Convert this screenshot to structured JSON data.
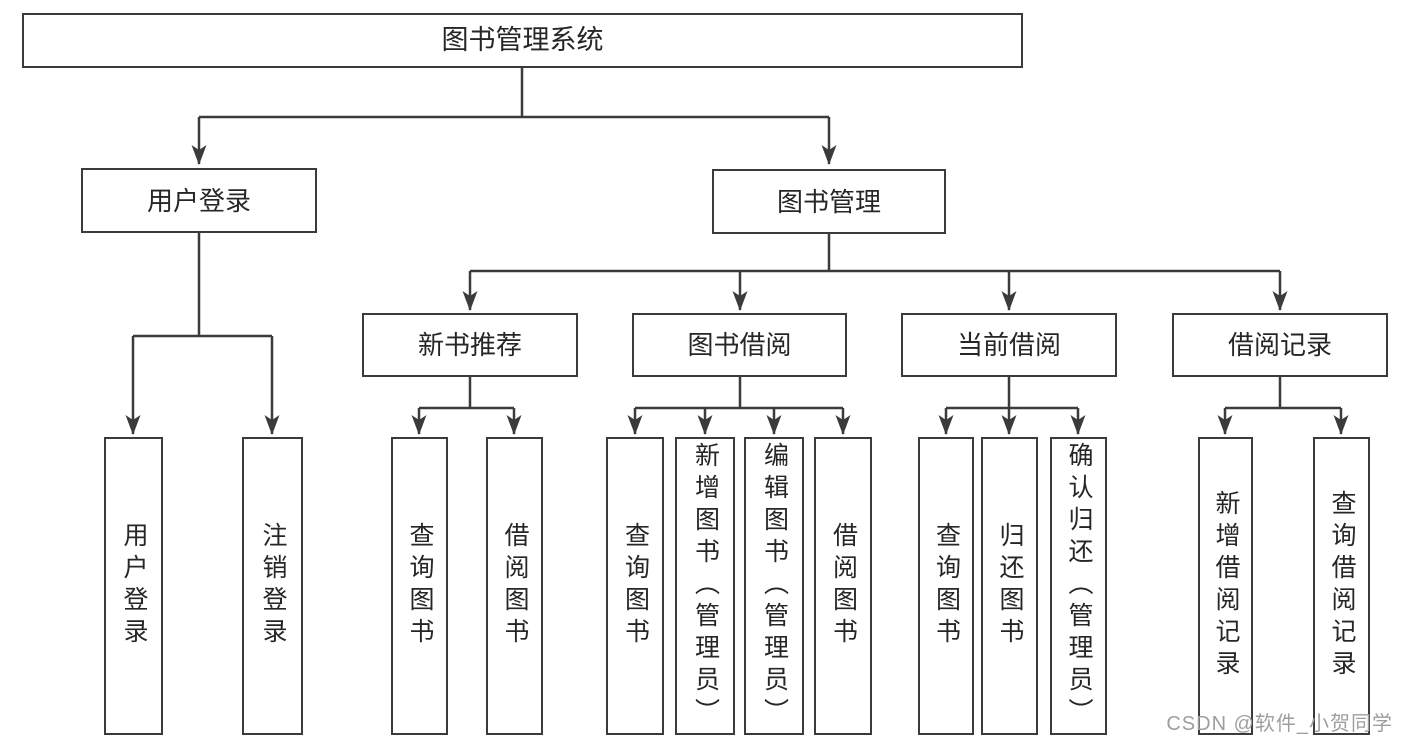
{
  "diagram": {
    "title": "图书管理系统",
    "children": [
      {
        "label": "用户登录",
        "children": [
          {
            "label": "用户登录"
          },
          {
            "label": "注销登录"
          }
        ]
      },
      {
        "label": "图书管理",
        "children": [
          {
            "label": "新书推荐",
            "children": [
              {
                "label": "查询图书"
              },
              {
                "label": "借阅图书"
              }
            ]
          },
          {
            "label": "图书借阅",
            "children": [
              {
                "label": "查询图书"
              },
              {
                "label": "新增图书（管理员）"
              },
              {
                "label": "编辑图书（管理员）"
              },
              {
                "label": "借阅图书"
              }
            ]
          },
          {
            "label": "当前借阅",
            "children": [
              {
                "label": "查询图书"
              },
              {
                "label": "归还图书"
              },
              {
                "label": "确认归还（管理员）"
              }
            ]
          },
          {
            "label": "借阅记录",
            "children": [
              {
                "label": "新增借阅记录"
              },
              {
                "label": "查询借阅记录"
              }
            ]
          }
        ]
      }
    ]
  },
  "watermark": {
    "text": "CSDN @软件_小贺同学"
  },
  "colors": {
    "line": "#3b3b3b",
    "text": "#262626",
    "watermark": "#9e9e9e"
  }
}
